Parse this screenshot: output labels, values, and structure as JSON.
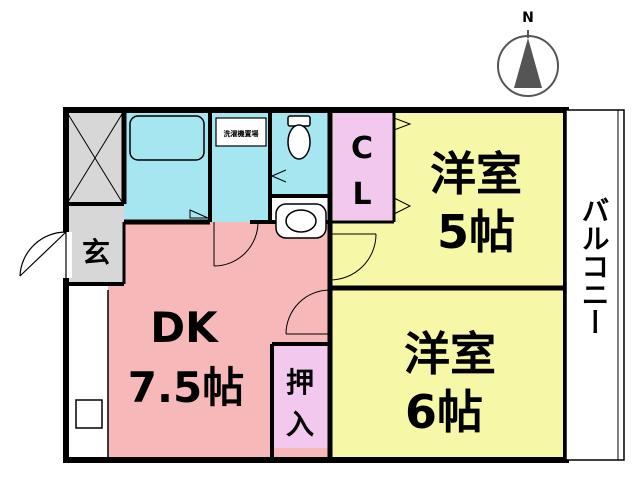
{
  "compass": {
    "label": "N"
  },
  "rooms": {
    "western_5": {
      "line1": "洋室",
      "line2": "5帖"
    },
    "western_6": {
      "line1": "洋室",
      "line2": "6帖"
    },
    "dk": {
      "line1": "DK",
      "line2": "7.5帖"
    },
    "closet": {
      "line1": "C",
      "line2": "L"
    },
    "oshiire": {
      "line1": "押",
      "line2": "入"
    },
    "genkan": {
      "label": "玄"
    },
    "washer": {
      "label": "洗濯機置場"
    },
    "balcony": {
      "label": "バルコニー"
    }
  },
  "colors": {
    "western": "#f7f7a8",
    "dk": "#f6b8b8",
    "wet": "#a6e6f0",
    "storage": "#f2c8ef",
    "genkan": "#d7d7d7",
    "wall": "#000000"
  }
}
